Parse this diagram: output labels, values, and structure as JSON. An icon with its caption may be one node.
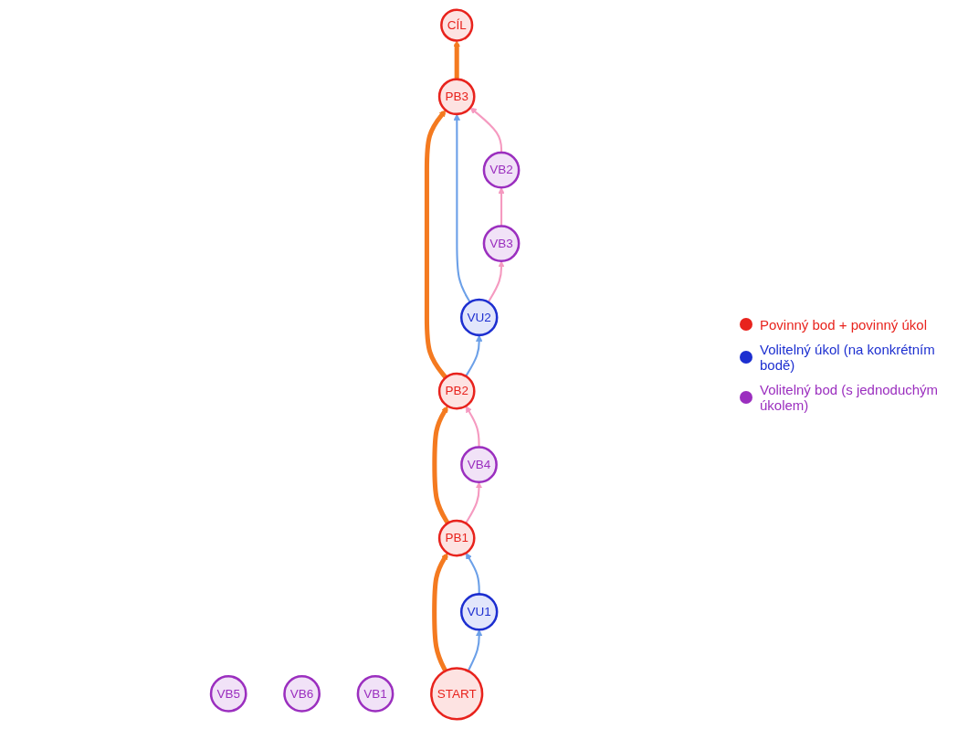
{
  "diagram": {
    "nodes": [
      {
        "text": [
          "VB5"
        ]
      },
      {
        "text": [
          "PB3"
        ]
      },
      {
        "text": [
          "VB6"
        ]
      },
      {
        "text": [
          "CÍL"
        ]
      },
      {
        "text": [
          "VU2"
        ]
      },
      {
        "text": [
          "PB2"
        ]
      },
      {
        "text": [
          "VB2"
        ]
      },
      {
        "text": [
          "VB3"
        ]
      },
      {
        "text": [
          "VB1"
        ]
      },
      {
        "text": [
          "PB1"
        ]
      },
      {
        "text": [
          "VB4"
        ]
      },
      {
        "text": [
          "VU1"
        ]
      },
      {
        "text": [
          "START"
        ]
      }
    ],
    "edges": [
      {
        "from": 12,
        "to": 9,
        "arrow": "to",
        "style": "thick",
        "color": "#f47a20"
      },
      {
        "from": 12,
        "to": 11,
        "arrow": "to",
        "color": "#6ca0e8"
      },
      {
        "from": 11,
        "to": 9,
        "arrow": "to",
        "color": "#6ca0e8"
      },
      {
        "from": 9,
        "to": 5,
        "arrow": "to",
        "style": "thick",
        "color": "#f47a20"
      },
      {
        "from": 9,
        "to": 10,
        "arrow": "to",
        "color": "#f59ac0"
      },
      {
        "from": 10,
        "to": 5,
        "arrow": "to",
        "color": "#f59ac0"
      },
      {
        "from": 5,
        "to": 1,
        "arrow": "to",
        "style": "thick",
        "color": "#f47a20"
      },
      {
        "from": 5,
        "to": 4,
        "arrow": "to",
        "color": "#6ca0e8"
      },
      {
        "from": 4,
        "to": 1,
        "arrow": "to",
        "color": "#6ca0e8"
      },
      {
        "from": 4,
        "to": 7,
        "arrow": "to",
        "color": "#f59ac0"
      },
      {
        "from": 7,
        "to": 6,
        "arrow": "to",
        "color": "#f59ac0"
      },
      {
        "from": 6,
        "to": 1,
        "arrow": "to",
        "color": "#f59ac0"
      },
      {
        "from": 1,
        "to": 3,
        "arrow": "to",
        "style": "thick",
        "color": "#f47a20"
      }
    ],
    "legend": [
      {
        "text": "Povinný bod + povinný úkol",
        "color": "#e8231d"
      },
      {
        "text": "Volitelný úkol (na konkrétním bodě)",
        "color": "#1d2fd0"
      },
      {
        "text": "Volitelný bod (s jednoduchým úkolem)",
        "color": "#9b2fbf"
      }
    ]
  }
}
